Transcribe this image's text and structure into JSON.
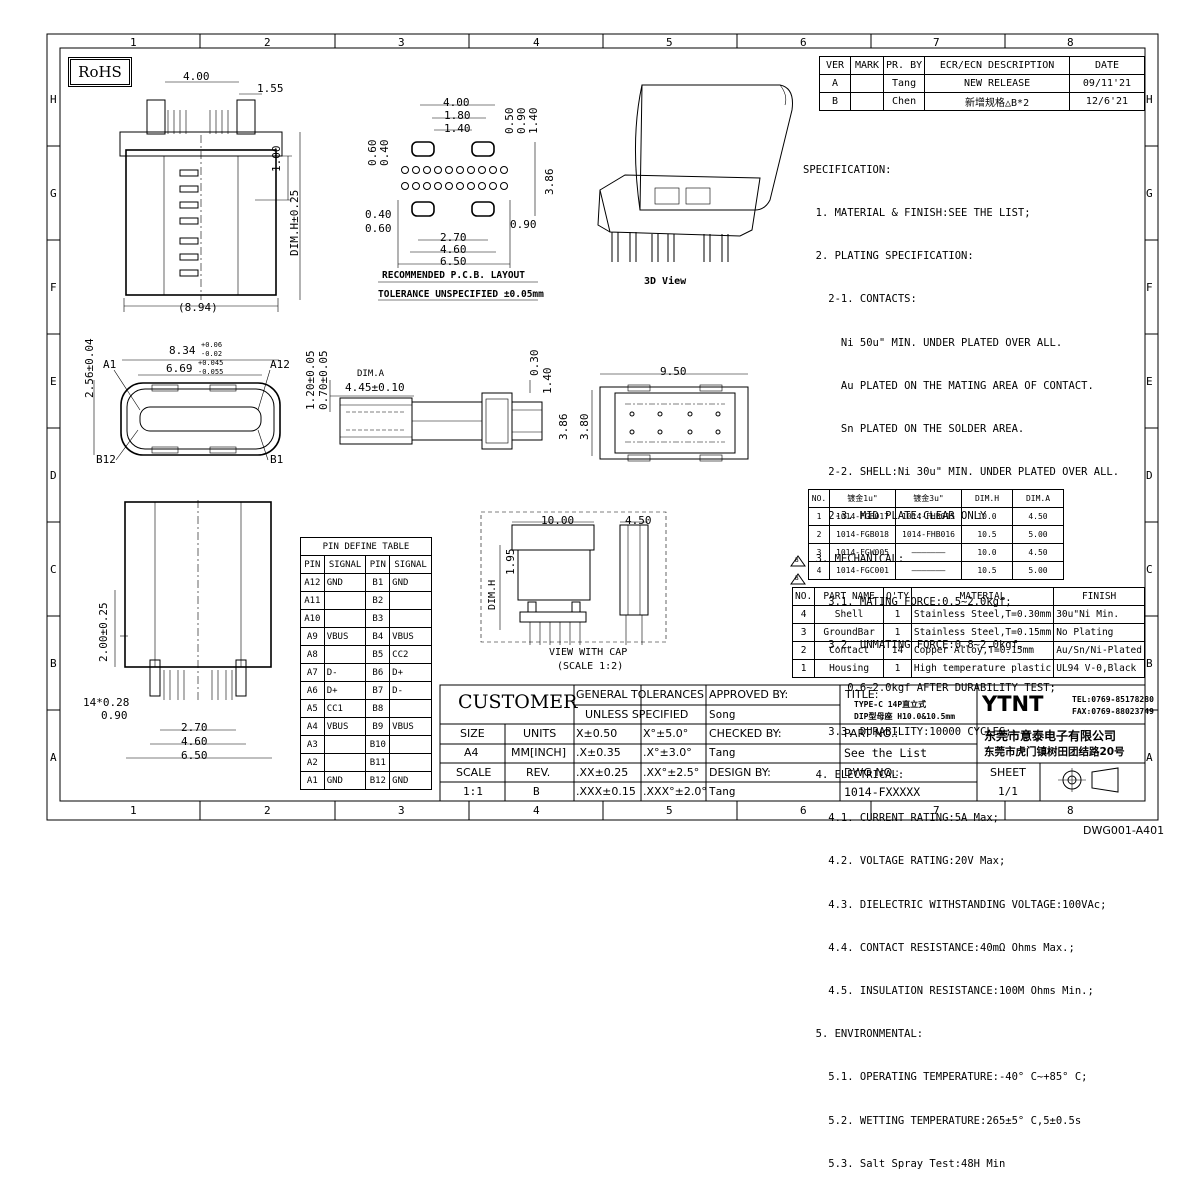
{
  "border": {
    "cols_top": [
      "1",
      "2",
      "3",
      "4",
      "5",
      "6",
      "7",
      "8"
    ],
    "rows": [
      "H",
      "G",
      "F",
      "E",
      "D",
      "C",
      "B",
      "A"
    ]
  },
  "rohs": "RoHS",
  "drawing_id": "DWG001-A401",
  "revision_table": {
    "headers": [
      "VER",
      "MARK",
      "PR. BY",
      "ECR/ECN DESCRIPTION",
      "DATE"
    ],
    "rows": [
      [
        "A",
        "",
        "Tang",
        "NEW RELEASE",
        "09/11'21"
      ],
      [
        "B",
        "",
        "Chen",
        "新增规格△B*2",
        "12/6'21"
      ]
    ]
  },
  "spec": [
    "SPECIFICATION:",
    "  1. MATERIAL & FINISH:SEE THE LIST;",
    "  2. PLATING SPECIFICATION:",
    "    2-1. CONTACTS:",
    "      Ni 50u\" MIN. UNDER PLATED OVER ALL.",
    "      Au PLATED ON THE MATING AREA OF CONTACT.",
    "      Sn PLATED ON THE SOLDER AREA.",
    "    2-2. SHELL:Ni 30u\" MIN. UNDER PLATED OVER ALL.",
    "    2-3. MID PLATE:CLEAR ONLY",
    "  3. MECHANICAL:",
    "    3.1. MATING FORCE:0.5~2.0kgf;",
    "    3.2. UNMATING FORCE:0.8~2.0kgf.",
    "       0.6~2.0kgf AFTER DURABILITY TEST;",
    "    3.3. DURABILITY:10000 CYCLES;",
    "  4. ELECTRICAL:",
    "    4.1. CURRENT RATING:5A Max;",
    "    4.2. VOLTAGE RATING:20V Max;",
    "    4.3. DIELECTRIC WITHSTANDING VOLTAGE:100VAc;",
    "    4.4. CONTACT RESISTANCE:40mΩ Ohms Max.;",
    "    4.5. INSULATION RESISTANCE:100M Ohms Min.;",
    "  5. ENVIRONMENTAL:",
    "    5.1. OPERATING TEMPERATURE:-40° C~+85° C;",
    "    5.2. WETTING TEMPERATURE:265±5° C,5±0.5s",
    "    5.3. Salt Spray Test:48H Min"
  ],
  "part_numbers": {
    "headers": [
      "NO.",
      "镀金1u\"",
      "镀金3u\"",
      "DIM.H",
      "DIM.A"
    ],
    "rows": [
      [
        "1",
        "1014-FGB017",
        "1014-FHB015",
        "10.0",
        "4.50"
      ],
      [
        "2",
        "1014-FGB018",
        "1014-FHB016",
        "10.5",
        "5.00"
      ],
      [
        "3",
        "1014-FGW005",
        "",
        "10.0",
        "4.50"
      ],
      [
        "4",
        "1014-FGC001",
        "",
        "10.5",
        "5.00"
      ]
    ],
    "rev_marks": [
      "B",
      "B"
    ]
  },
  "bom": {
    "headers": [
      "NO.",
      "PART NAME",
      "Q'TY",
      "MATERIAL",
      "FINISH"
    ],
    "rows": [
      [
        "4",
        "Shell",
        "1",
        "Stainless Steel,T=0.30mm",
        "30u\"Ni Min."
      ],
      [
        "3",
        "GroundBar",
        "1",
        "Stainless Steel,T=0.15mm",
        "No Plating"
      ],
      [
        "2",
        "Contact",
        "14",
        "Copper Alloy,T=0.15mm",
        "Au/Sn/Ni-Plated"
      ],
      [
        "1",
        "Housing",
        "1",
        "High temperature plastic",
        "UL94 V-0,Black"
      ]
    ]
  },
  "pin_table": {
    "title": "PIN DEFINE TABLE",
    "headers": [
      "PIN",
      "SIGNAL",
      "PIN",
      "SIGNAL"
    ],
    "rows": [
      [
        "A12",
        "GND",
        "B1",
        "GND"
      ],
      [
        "A11",
        "",
        "B2",
        ""
      ],
      [
        "A10",
        "",
        "B3",
        ""
      ],
      [
        "A9",
        "VBUS",
        "B4",
        "VBUS"
      ],
      [
        "A8",
        "",
        "B5",
        "CC2"
      ],
      [
        "A7",
        "D-",
        "B6",
        "D+"
      ],
      [
        "A6",
        "D+",
        "B7",
        "D-"
      ],
      [
        "A5",
        "CC1",
        "B8",
        ""
      ],
      [
        "A4",
        "VBUS",
        "B9",
        "VBUS"
      ],
      [
        "A3",
        "",
        "B10",
        ""
      ],
      [
        "A2",
        "",
        "B11",
        ""
      ],
      [
        "A1",
        "GND",
        "B12",
        "GND"
      ]
    ]
  },
  "title_block": {
    "customer": "CUSTOMER",
    "general_tol_1": "GENERAL TOLERANCES",
    "general_tol_2": "UNLESS SPECIFIED",
    "approved_by_label": "APPROVED BY:",
    "approved_by": "Song",
    "title_label": "TITLE:",
    "title_1": "TYPE-C 14P直立式",
    "title_2": "DIP型母座 H10.0&10.5mm",
    "company_logo": "YTNT",
    "tel": "TEL:0769-85178280",
    "fax": "FAX:0769-88023749",
    "company_cn": "东莞市意泰电子有限公司",
    "address_cn": "东莞市虎门镇树田团结路20号",
    "size_label": "SIZE",
    "size": "A4",
    "units_label": "UNITS",
    "units": "MM[INCH]",
    "tol_x0": "X±0.50",
    "tol_a0": "X°±5.0°",
    "tol_x1": ".X±0.35",
    "tol_a1": ".X°±3.0°",
    "tol_x2": ".XX±0.25",
    "tol_a2": ".XX°±2.5°",
    "tol_x3": ".XXX±0.15",
    "tol_a3": ".XXX°±2.0°",
    "checked_by_label": "CHECKED BY:",
    "checked_by": "Tang",
    "design_by_label": "DESIGN BY:",
    "design_by": "Tang",
    "part_no_label": "PART NO.:",
    "part_no": "See the List",
    "scale_label": "SCALE",
    "scale": "1:1",
    "rev_label": "REV.",
    "rev": "B",
    "dwg_no_label": "DWG NO.:",
    "dwg_no": "1014-FXXXXX",
    "sheet_label": "SHEET",
    "sheet": "1/1"
  },
  "views": {
    "pcb_layout_title": "RECOMMENDED  P.C.B. LAYOUT",
    "pcb_tolerance": "TOLERANCE UNSPECIFIED ±0.05mm",
    "view_3d": "3D View",
    "view_with_cap_1": "VIEW WITH CAP",
    "view_with_cap_2": "(SCALE 1:2)",
    "dims": {
      "top_400": "4.00",
      "top_155": "1.55",
      "top_100": "1.00",
      "dim_h": "DIM.H±0.25",
      "top_894": "(8.94)",
      "pcb_400": "4.00",
      "pcb_180": "1.80",
      "pcb_140": "1.40",
      "pcb_060a": "0.60",
      "pcb_040a": "0.40",
      "pcb_050": "0.50",
      "pcb_090a": "0.90",
      "pcb_140b": "1.40",
      "pcb_386": "3.86",
      "pcb_040b": "0.40",
      "pcb_060b": "0.60",
      "pcb_090b": "0.90",
      "pcb_270": "2.70",
      "pcb_460": "4.60",
      "pcb_650": "6.50",
      "front_834": "8.34",
      "front_834_tol_p": "+0.06",
      "front_834_tol_m": "-0.02",
      "front_669": "6.69",
      "front_669_tol_p": "+0.045",
      "front_669_tol_m": "-0.055",
      "front_256": "2.56±0.04",
      "a1": "A1",
      "a12": "A12",
      "b12": "B12",
      "b1": "B1",
      "side_120": "1.20±0.05",
      "side_070": "0.70±0.05",
      "side_dima": "DIM.A",
      "side_445": "4.45±0.10",
      "side_030": "0.30",
      "side_140": "1.40",
      "side_386": "3.86",
      "bot_950": "9.50",
      "bot_380": "3.80",
      "pin_200": "2.00±0.25",
      "pin_028": "14*0.28",
      "pin_090": "0.90",
      "pin_270": "2.70",
      "pin_460": "4.60",
      "pin_650": "6.50",
      "cap_1000": "10.00",
      "cap_450": "4.50",
      "cap_195": "1.95",
      "cap_dimh": "DIM.H"
    }
  }
}
